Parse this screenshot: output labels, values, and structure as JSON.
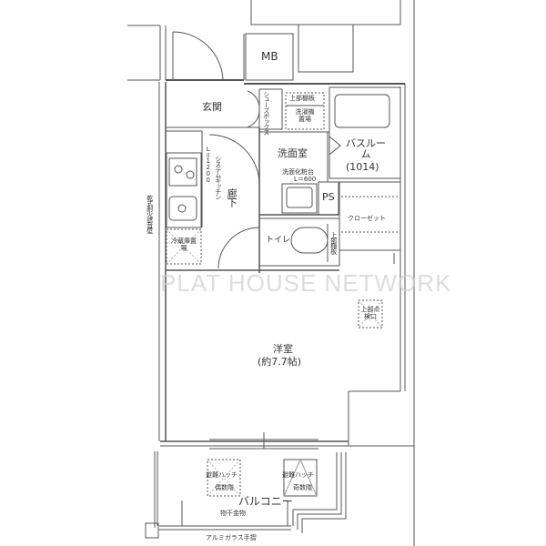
{
  "watermark": "PLAT HOUSE NETWORK",
  "rooms": {
    "mb": "MB",
    "entrance": "玄関",
    "shoe_box": "シューズボックス",
    "upper_shelf_1": "上部棚板",
    "washer": "洗濯機置場",
    "bath": "バスルーム",
    "bath_size": "(1014)",
    "washroom": "洗面室",
    "vanity": "洗面化粧台",
    "vanity_size": "L＝600",
    "ps": "PS",
    "closet": "クローゼット",
    "toilet": "トイレ",
    "upper_shelf_2": "上部棚板",
    "inspection": "上部点検口",
    "hallway": "廊下",
    "kitchen": "システムキッチン",
    "kitchen_size": "L＝1200",
    "fridge": "冷蔵庫置場",
    "wall": "乾式耐火遮音壁",
    "western_room": "洋室",
    "western_room_size": "(約7.7帖)",
    "hatch_even": "避難ハッチ",
    "hatch_even_sub": "偶数階",
    "hatch_odd": "避難ハッチ",
    "hatch_odd_sub": "奇数階",
    "balcony": "バルコニー",
    "drying_hardware": "物干金物",
    "railing": "アルミガラス手摺"
  }
}
